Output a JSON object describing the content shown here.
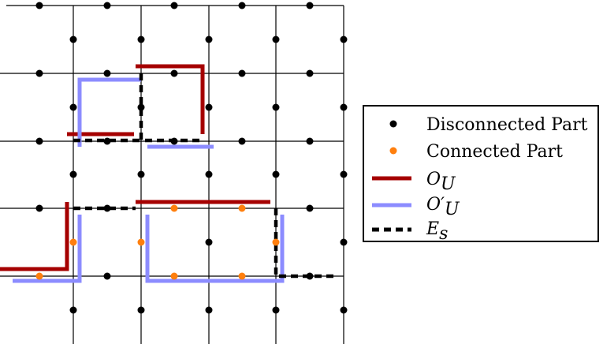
{
  "legend": {
    "items": [
      {
        "key": "disconnected",
        "symbol": "dot",
        "color": "#000000",
        "label": "Disconnected Part"
      },
      {
        "key": "connected",
        "symbol": "dot",
        "color": "#ff7f0e",
        "label": "Connected Part"
      },
      {
        "key": "ou",
        "symbol": "line",
        "color": "#a50000",
        "label_main": "O",
        "label_sub": "U"
      },
      {
        "key": "ou-prime",
        "symbol": "line",
        "color": "#8c8cff",
        "label_main": "O′",
        "label_sub": "U"
      },
      {
        "key": "es",
        "symbol": "dash",
        "color": "#000000",
        "label_main": "E",
        "label_sub": "s"
      }
    ]
  },
  "colors": {
    "grid": "#000000",
    "ou": "#a50000",
    "ou_prime": "#8c8cff",
    "es": "#000000",
    "connected": "#ff7f0e",
    "disconnected": "#000000"
  }
}
